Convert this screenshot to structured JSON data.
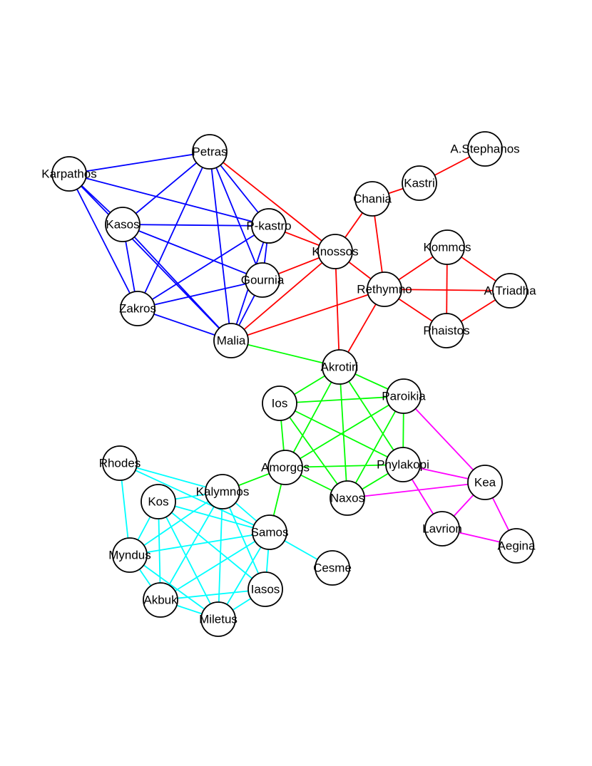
{
  "colors": {
    "group1": "#0000ff",
    "group2": "#ff0000",
    "group3": "#00ff00",
    "group4": "#ff00ff",
    "group5": "#00ffff"
  },
  "nodes": [
    {
      "id": "karpathos",
      "label": "Karpathos"
    },
    {
      "id": "petras",
      "label": "Petras"
    },
    {
      "id": "kasos",
      "label": "Kasos"
    },
    {
      "id": "pkastro",
      "label": "P-kastro"
    },
    {
      "id": "gournia",
      "label": "Gournia"
    },
    {
      "id": "zakros",
      "label": "Zakros"
    },
    {
      "id": "malia",
      "label": "Malia"
    },
    {
      "id": "knossos",
      "label": "Knossos"
    },
    {
      "id": "chania",
      "label": "Chania"
    },
    {
      "id": "kastri",
      "label": "Kastri"
    },
    {
      "id": "astephanos",
      "label": "A.Stephanos"
    },
    {
      "id": "kommos",
      "label": "Kommos"
    },
    {
      "id": "rethymno",
      "label": "Rethymno"
    },
    {
      "id": "atriadha",
      "label": "A.Triadha"
    },
    {
      "id": "phaistos",
      "label": "Phaistos"
    },
    {
      "id": "akrotiri",
      "label": "Akrotiri"
    },
    {
      "id": "ios",
      "label": "Ios"
    },
    {
      "id": "paroikia",
      "label": "Paroikia"
    },
    {
      "id": "amorgos",
      "label": "Amorgos"
    },
    {
      "id": "phylakopi",
      "label": "Phylakopi"
    },
    {
      "id": "naxos",
      "label": "Naxos"
    },
    {
      "id": "kea",
      "label": "Kea"
    },
    {
      "id": "lavrion",
      "label": "Lavrion"
    },
    {
      "id": "aegina",
      "label": "Aegina"
    },
    {
      "id": "rhodes",
      "label": "Rhodes"
    },
    {
      "id": "kos",
      "label": "Kos"
    },
    {
      "id": "kalymnos",
      "label": "Kalymnos"
    },
    {
      "id": "samos",
      "label": "Samos"
    },
    {
      "id": "myndus",
      "label": "Myndus"
    },
    {
      "id": "cesme",
      "label": "Cesme"
    },
    {
      "id": "akbuk",
      "label": "Akbuk"
    },
    {
      "id": "iasos",
      "label": "Iasos"
    },
    {
      "id": "miletus",
      "label": "Miletus"
    }
  ],
  "edges": [
    [
      "karpathos",
      "petras",
      "group1"
    ],
    [
      "karpathos",
      "kasos",
      "group1"
    ],
    [
      "karpathos",
      "pkastro",
      "group1"
    ],
    [
      "karpathos",
      "zakros",
      "group1"
    ],
    [
      "karpathos",
      "malia",
      "group1"
    ],
    [
      "petras",
      "kasos",
      "group1"
    ],
    [
      "petras",
      "pkastro",
      "group1"
    ],
    [
      "petras",
      "gournia",
      "group1"
    ],
    [
      "petras",
      "zakros",
      "group1"
    ],
    [
      "petras",
      "malia",
      "group1"
    ],
    [
      "kasos",
      "pkastro",
      "group1"
    ],
    [
      "kasos",
      "gournia",
      "group1"
    ],
    [
      "kasos",
      "zakros",
      "group1"
    ],
    [
      "kasos",
      "malia",
      "group1"
    ],
    [
      "pkastro",
      "gournia",
      "group1"
    ],
    [
      "pkastro",
      "zakros",
      "group1"
    ],
    [
      "pkastro",
      "malia",
      "group1"
    ],
    [
      "gournia",
      "zakros",
      "group1"
    ],
    [
      "gournia",
      "malia",
      "group1"
    ],
    [
      "zakros",
      "malia",
      "group1"
    ],
    [
      "petras",
      "knossos",
      "group2"
    ],
    [
      "pkastro",
      "knossos",
      "group2"
    ],
    [
      "gournia",
      "knossos",
      "group2"
    ],
    [
      "malia",
      "knossos",
      "group2"
    ],
    [
      "malia",
      "rethymno",
      "group2"
    ],
    [
      "knossos",
      "chania",
      "group2"
    ],
    [
      "knossos",
      "rethymno",
      "group2"
    ],
    [
      "knossos",
      "akrotiri",
      "group2"
    ],
    [
      "chania",
      "kastri",
      "group2"
    ],
    [
      "kastri",
      "astephanos",
      "group2"
    ],
    [
      "chania",
      "rethymno",
      "group2"
    ],
    [
      "rethymno",
      "kommos",
      "group2"
    ],
    [
      "rethymno",
      "atriadha",
      "group2"
    ],
    [
      "rethymno",
      "phaistos",
      "group2"
    ],
    [
      "rethymno",
      "akrotiri",
      "group2"
    ],
    [
      "kommos",
      "atriadha",
      "group2"
    ],
    [
      "kommos",
      "phaistos",
      "group2"
    ],
    [
      "phaistos",
      "atriadha",
      "group2"
    ],
    [
      "malia",
      "akrotiri",
      "group3"
    ],
    [
      "akrotiri",
      "ios",
      "group3"
    ],
    [
      "akrotiri",
      "paroikia",
      "group3"
    ],
    [
      "akrotiri",
      "amorgos",
      "group3"
    ],
    [
      "akrotiri",
      "phylakopi",
      "group3"
    ],
    [
      "akrotiri",
      "naxos",
      "group3"
    ],
    [
      "ios",
      "paroikia",
      "group3"
    ],
    [
      "ios",
      "amorgos",
      "group3"
    ],
    [
      "ios",
      "phylakopi",
      "group3"
    ],
    [
      "ios",
      "naxos",
      "group3"
    ],
    [
      "paroikia",
      "amorgos",
      "group3"
    ],
    [
      "paroikia",
      "phylakopi",
      "group3"
    ],
    [
      "paroikia",
      "naxos",
      "group3"
    ],
    [
      "amorgos",
      "phylakopi",
      "group3"
    ],
    [
      "amorgos",
      "naxos",
      "group3"
    ],
    [
      "phylakopi",
      "naxos",
      "group3"
    ],
    [
      "amorgos",
      "kalymnos",
      "group3"
    ],
    [
      "amorgos",
      "samos",
      "group3"
    ],
    [
      "paroikia",
      "kea",
      "group4"
    ],
    [
      "phylakopi",
      "kea",
      "group4"
    ],
    [
      "phylakopi",
      "lavrion",
      "group4"
    ],
    [
      "naxos",
      "kea",
      "group4"
    ],
    [
      "kea",
      "lavrion",
      "group4"
    ],
    [
      "kea",
      "aegina",
      "group4"
    ],
    [
      "lavrion",
      "aegina",
      "group4"
    ],
    [
      "rhodes",
      "kalymnos",
      "group5"
    ],
    [
      "rhodes",
      "myndus",
      "group5"
    ],
    [
      "rhodes",
      "samos",
      "group5"
    ],
    [
      "kos",
      "kalymnos",
      "group5"
    ],
    [
      "kos",
      "samos",
      "group5"
    ],
    [
      "kos",
      "myndus",
      "group5"
    ],
    [
      "kos",
      "akbuk",
      "group5"
    ],
    [
      "kos",
      "iasos",
      "group5"
    ],
    [
      "kos",
      "miletus",
      "group5"
    ],
    [
      "kalymnos",
      "samos",
      "group5"
    ],
    [
      "kalymnos",
      "myndus",
      "group5"
    ],
    [
      "kalymnos",
      "akbuk",
      "group5"
    ],
    [
      "kalymnos",
      "iasos",
      "group5"
    ],
    [
      "kalymnos",
      "miletus",
      "group5"
    ],
    [
      "samos",
      "myndus",
      "group5"
    ],
    [
      "samos",
      "cesme",
      "group5"
    ],
    [
      "samos",
      "akbuk",
      "group5"
    ],
    [
      "samos",
      "iasos",
      "group5"
    ],
    [
      "samos",
      "miletus",
      "group5"
    ],
    [
      "myndus",
      "akbuk",
      "group5"
    ],
    [
      "myndus",
      "miletus",
      "group5"
    ],
    [
      "akbuk",
      "iasos",
      "group5"
    ],
    [
      "akbuk",
      "miletus",
      "group5"
    ],
    [
      "iasos",
      "miletus",
      "group5"
    ]
  ]
}
